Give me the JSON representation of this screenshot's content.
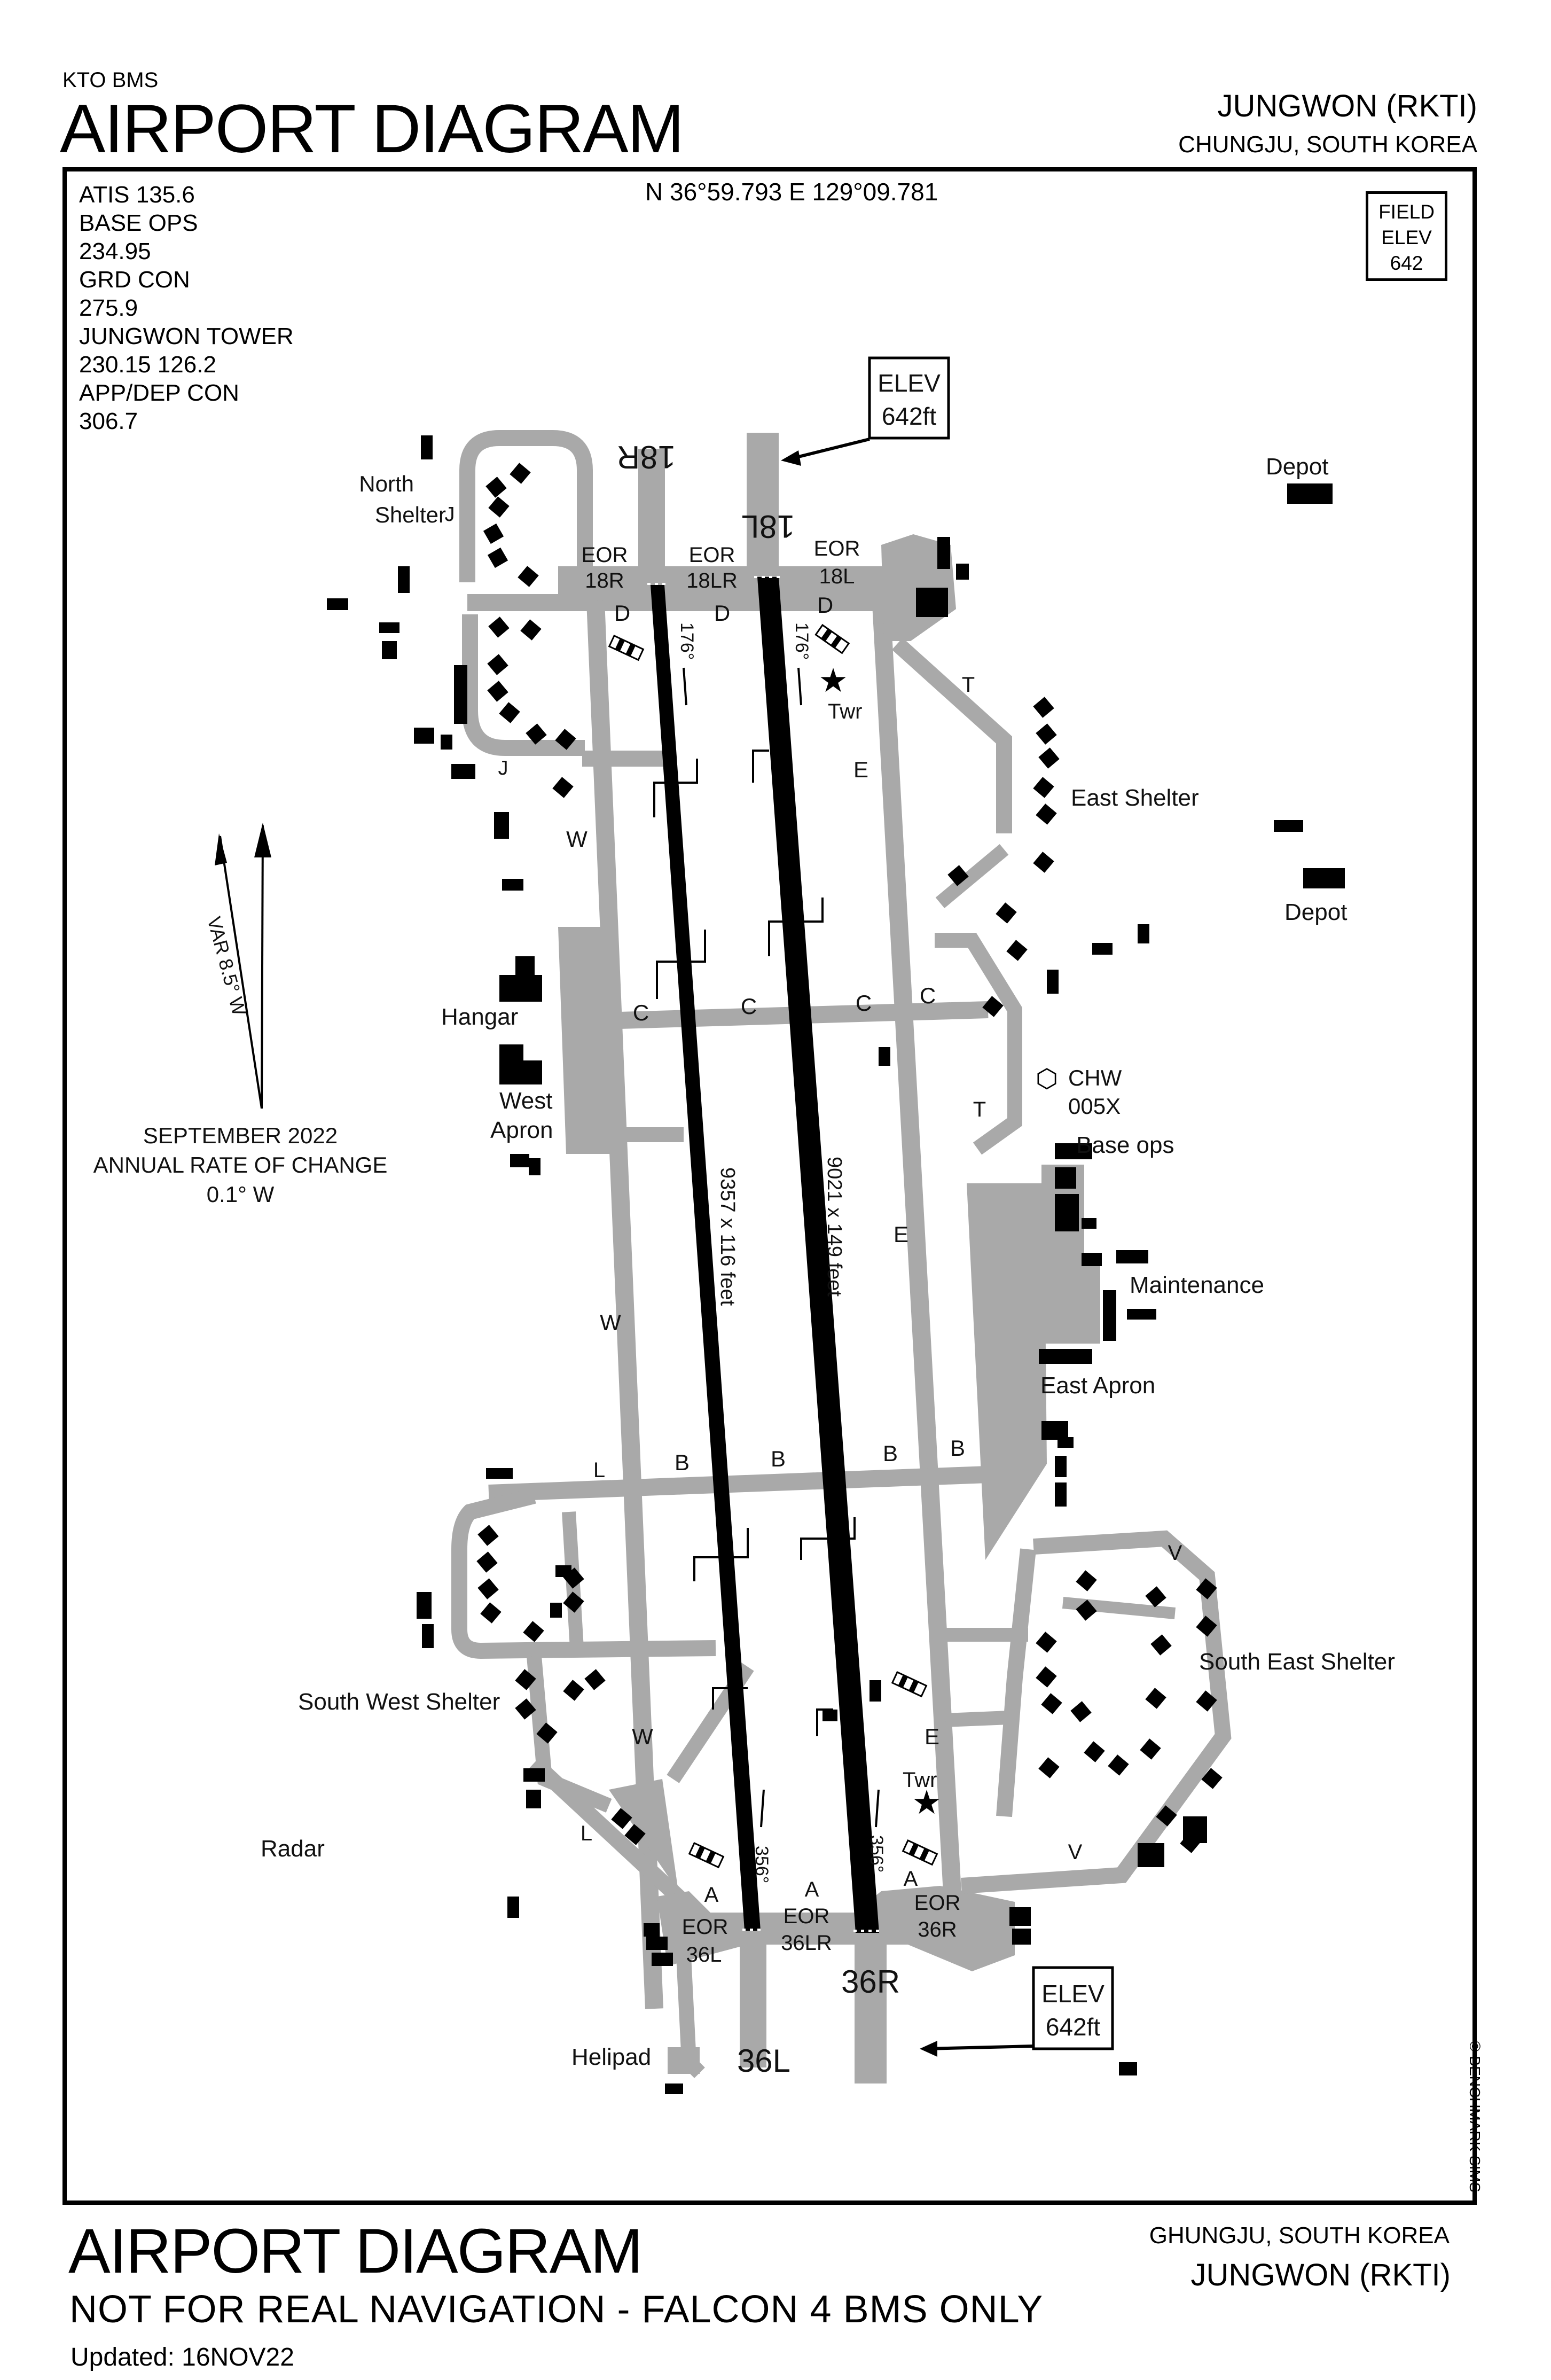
{
  "header": {
    "source": "KTO BMS",
    "title": "AIRPORT DIAGRAM",
    "airport_name": "JUNGWON (RKTI)",
    "location": "CHUNGJU, SOUTH KOREA"
  },
  "coordinates": "N 36°59.793  E 129°09.781",
  "frequencies": [
    "ATIS   135.6",
    "BASE OPS",
    "234.95",
    "GRD CON",
    "275.9",
    "JUNGWON TOWER",
    "230.15    126.2",
    "APP/DEP CON",
    "306.7"
  ],
  "field_elev": {
    "line1": "FIELD",
    "line2": "ELEV",
    "line3": "642"
  },
  "magnetic": {
    "var": "VAR 8.5° W",
    "date": "SEPTEMBER 2022",
    "rate_label": "ANNUAL RATE OF CHANGE",
    "rate": "0.1° W"
  },
  "runways": {
    "left": {
      "north": "18R",
      "south": "36L",
      "dims": "9357 x 116 feet",
      "hdg_n": "176°",
      "hdg_s": "356°"
    },
    "right": {
      "north": "18L",
      "south": "36R",
      "dims": "9021 x 149 feet",
      "hdg_n": "176°",
      "hdg_s": "356°"
    }
  },
  "elev_callouts": {
    "line1": "ELEV",
    "line2": "642ft"
  },
  "eor": {
    "n_18r": [
      "EOR",
      "18R"
    ],
    "n_18lr": [
      "EOR",
      "18LR"
    ],
    "n_18l": [
      "EOR",
      "18L"
    ],
    "s_36l": [
      "EOR",
      "36L"
    ],
    "s_36lr": [
      "EOR",
      "36LR"
    ],
    "s_36r": [
      "EOR",
      "36R"
    ]
  },
  "taxiways": [
    "D",
    "J",
    "W",
    "E",
    "T",
    "C",
    "B",
    "L",
    "V",
    "A"
  ],
  "areas": {
    "north_shelter": [
      "North",
      "Shelter"
    ],
    "east_shelter": "East Shelter",
    "depot": "Depot",
    "hangar": "Hangar",
    "west_apron": [
      "West",
      "Apron"
    ],
    "chw": [
      "CHW",
      "005X"
    ],
    "base_ops": "Base ops",
    "maintenance": "Maintenance",
    "east_apron": "East Apron",
    "south_east_shelter": "South East Shelter",
    "south_west_shelter": "South West Shelter",
    "radar": "Radar",
    "helipad": "Helipad",
    "twr": "Twr"
  },
  "footer": {
    "title": "AIRPORT DIAGRAM",
    "disclaimer": "NOT FOR REAL NAVIGATION - FALCON 4 BMS ONLY",
    "updated": "Updated: 16NOV22",
    "location": "GHUNGJU, SOUTH KOREA",
    "airport_name": "JUNGWON (RKTI)",
    "copyright": "© BENCHMARK SIMS"
  },
  "colors": {
    "pavement": "#a9a9a9",
    "runway": "#000000",
    "buildings": "#000000",
    "frame": "#000000"
  }
}
